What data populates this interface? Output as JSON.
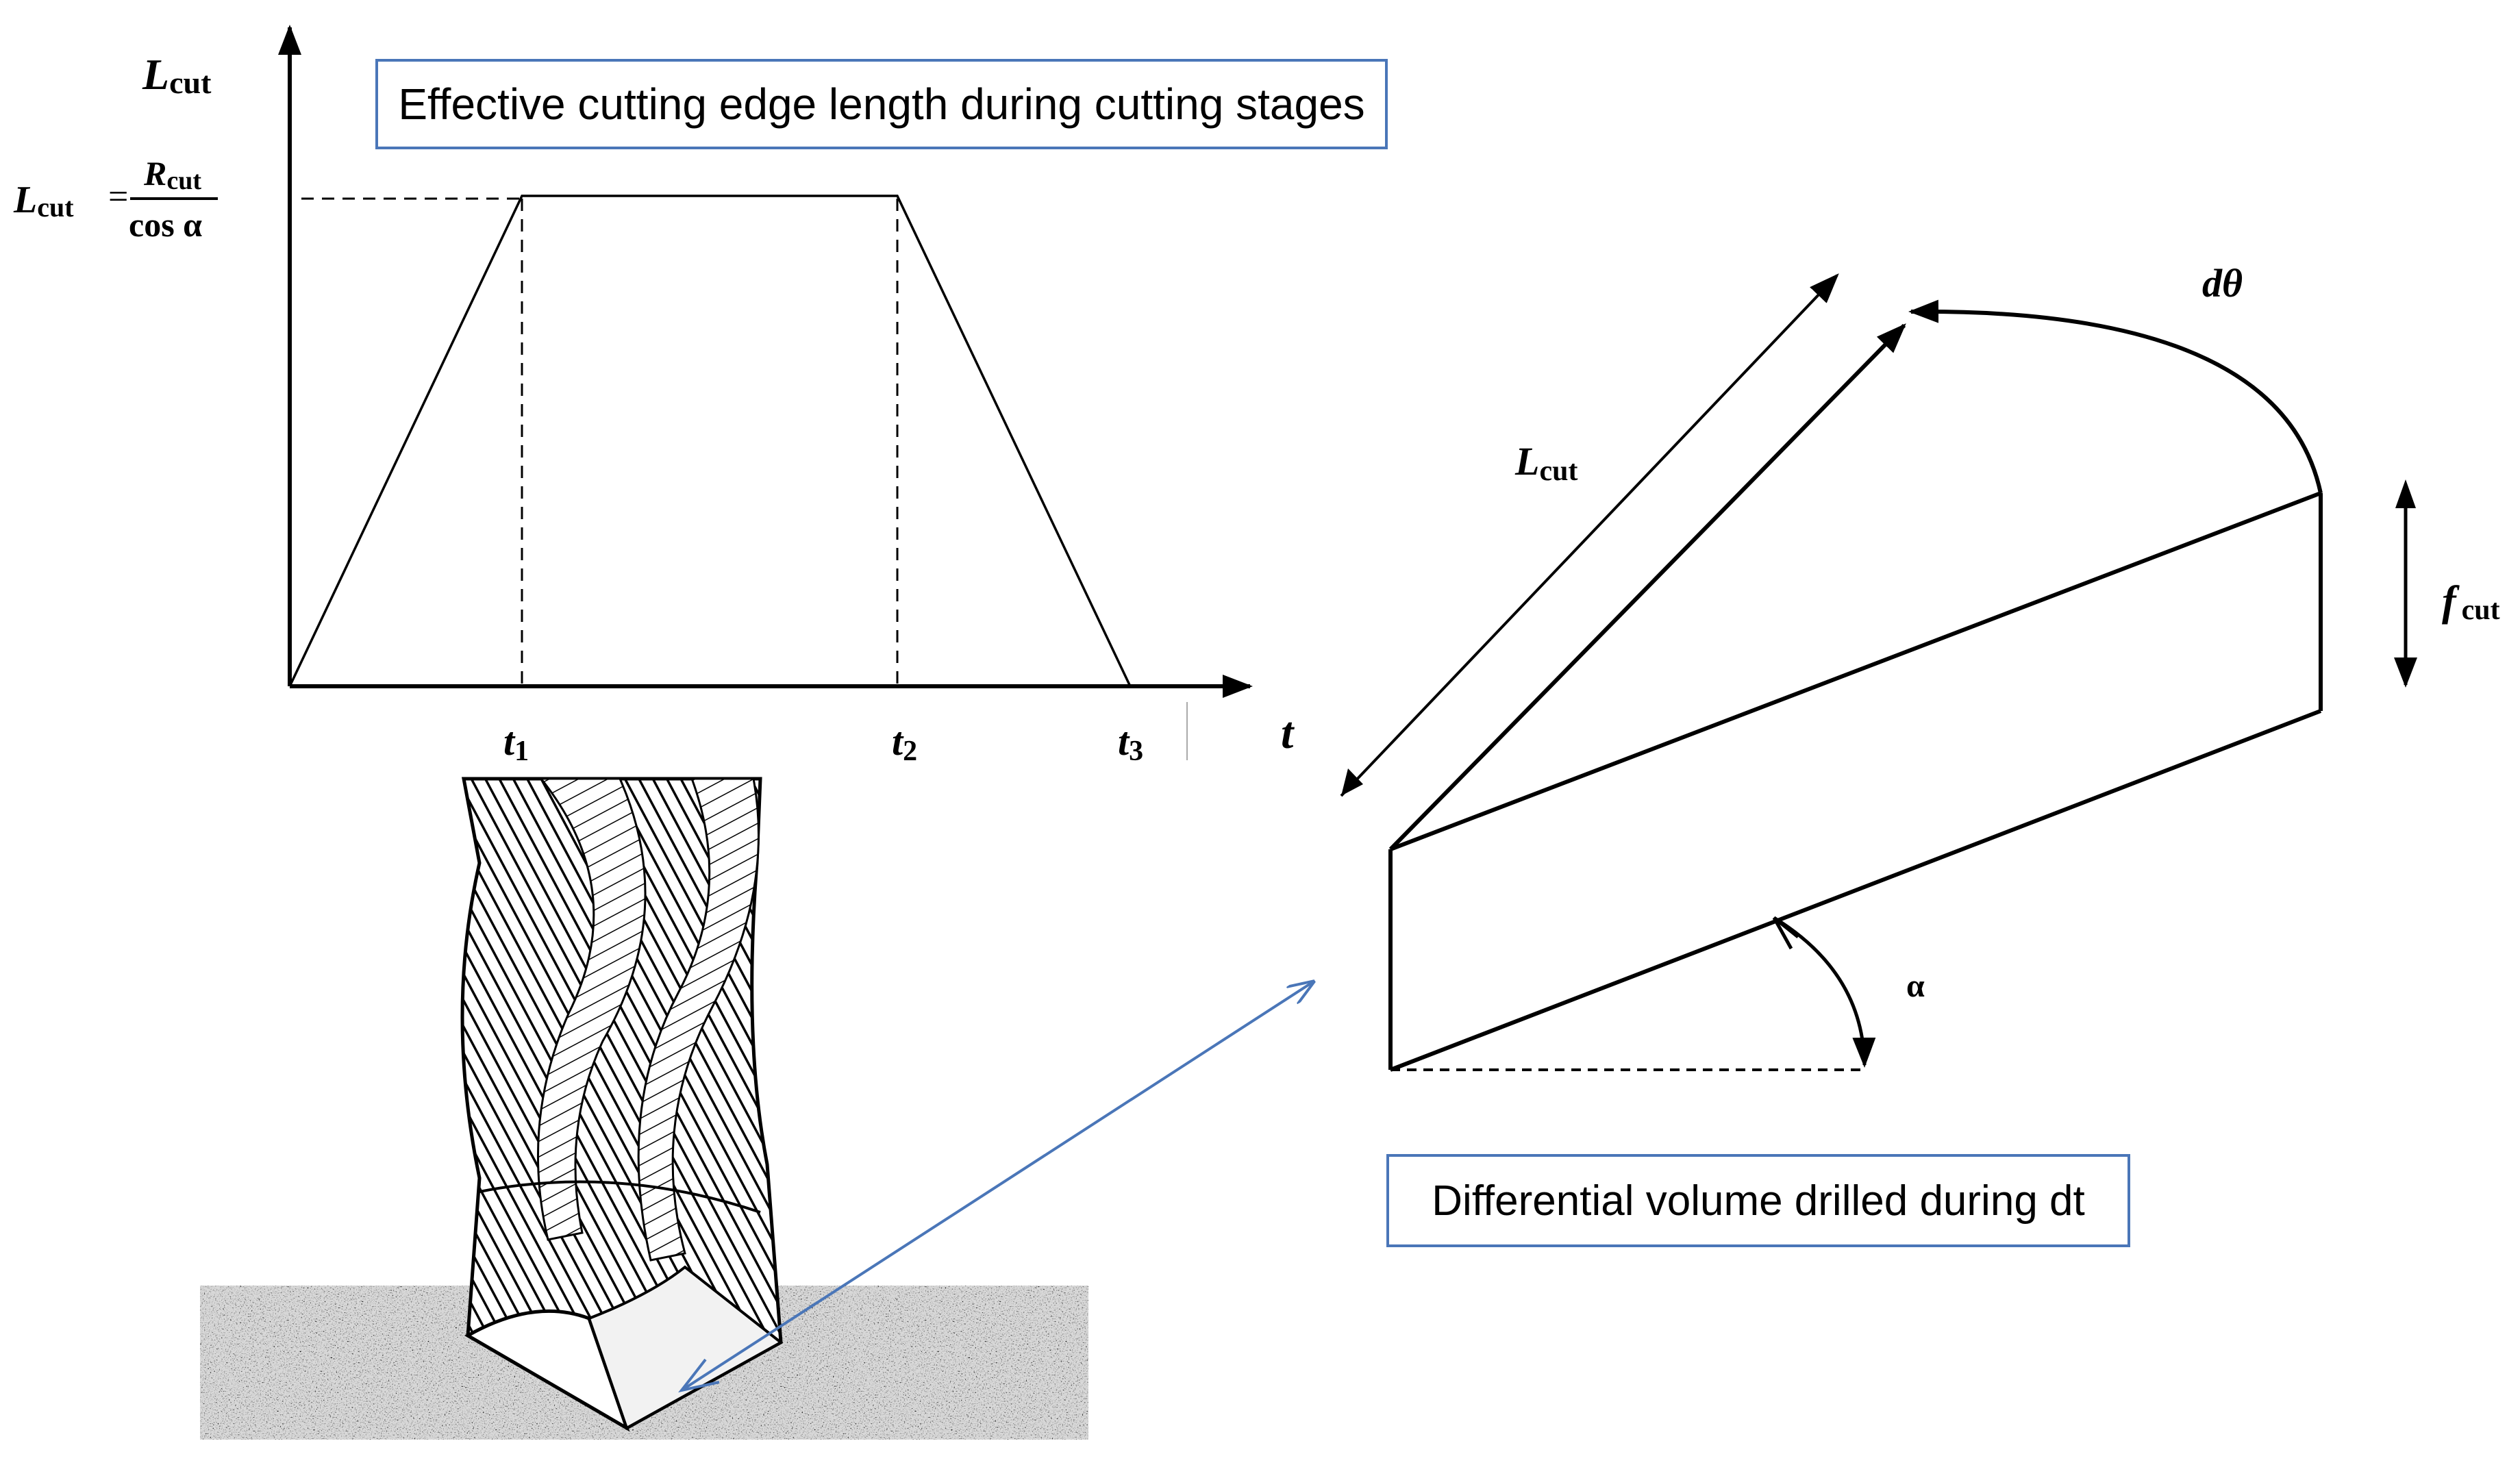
{
  "graph": {
    "title": "Effective cutting edge length during cutting stages",
    "y_axis_symbol": "L",
    "y_axis_subscript": "cut",
    "x_axis_symbol": "t",
    "plateau_label": {
      "lhs_symbol": "L",
      "lhs_subscript": "cut",
      "equals": "=",
      "numerator_symbol": "R",
      "numerator_subscript": "cut",
      "denominator": "cos α"
    },
    "ticks": [
      {
        "symbol": "t",
        "subscript": "1"
      },
      {
        "symbol": "t",
        "subscript": "2"
      },
      {
        "symbol": "t",
        "subscript": "3"
      }
    ]
  },
  "wedge": {
    "title": "Differential volume drilled during dt",
    "d_theta": "dθ",
    "length_symbol": "L",
    "length_subscript": "cut",
    "feed_symbol": "f",
    "feed_subscript": "cut",
    "angle": "α"
  },
  "colors": {
    "box_border": "#4a76b8",
    "connector_arrow": "#4a76b8",
    "ink": "#000000"
  }
}
